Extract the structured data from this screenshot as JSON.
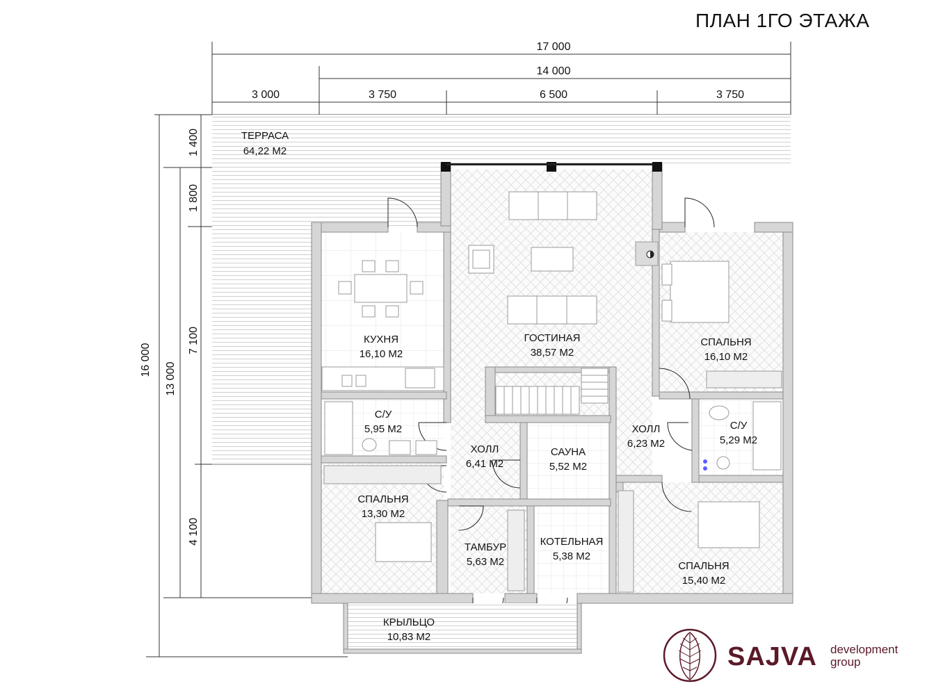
{
  "title": "ПЛАН 1ГО ЭТАЖА",
  "dimensions": {
    "top": {
      "total": "17 000",
      "house": "14 000",
      "seg1": "3 000",
      "seg2": "3 750",
      "seg3": "6 500",
      "seg4": "3 750"
    },
    "left": {
      "total": "16 000",
      "house": "13 000",
      "seg1": "1 400",
      "seg2": "1 800",
      "seg3": "7 100",
      "seg4": "4 100"
    }
  },
  "rooms": {
    "terrace": {
      "name": "ТЕРРАСА",
      "area": "64,22 М2"
    },
    "kitchen": {
      "name": "КУХНЯ",
      "area": "16,10 М2"
    },
    "living": {
      "name": "ГОСТИНАЯ",
      "area": "38,57 М2"
    },
    "bedroom_ne": {
      "name": "СПАЛЬНЯ",
      "area": "16,10 М2"
    },
    "bath_w": {
      "name": "С/У",
      "area": "5,95 М2"
    },
    "hall_w": {
      "name": "ХОЛЛ",
      "area": "6,41 М2"
    },
    "sauna": {
      "name": "САУНА",
      "area": "5,52 М2"
    },
    "hall_e": {
      "name": "ХОЛЛ",
      "area": "6,23 М2"
    },
    "bath_e": {
      "name": "С/У",
      "area": "5,29 М2"
    },
    "bedroom_sw": {
      "name": "СПАЛЬНЯ",
      "area": "13,30 М2"
    },
    "vestibule": {
      "name": "ТАМБУР",
      "area": "5,63 М2"
    },
    "boiler": {
      "name": "КОТЕЛЬНАЯ",
      "area": "5,38 М2"
    },
    "bedroom_se": {
      "name": "СПАЛЬНЯ",
      "area": "15,40 М2"
    },
    "porch": {
      "name": "КРЫЛЬЦО",
      "area": "10,83 М2"
    }
  },
  "brand": {
    "name": "SAJVA",
    "line1": "development",
    "line2": "group",
    "color": "#5a1a28"
  },
  "colors": {
    "wall": "#d6d6d6",
    "wall_edge": "#8a8a8a",
    "dim_line": "#333333",
    "furniture": "#ffffff"
  }
}
